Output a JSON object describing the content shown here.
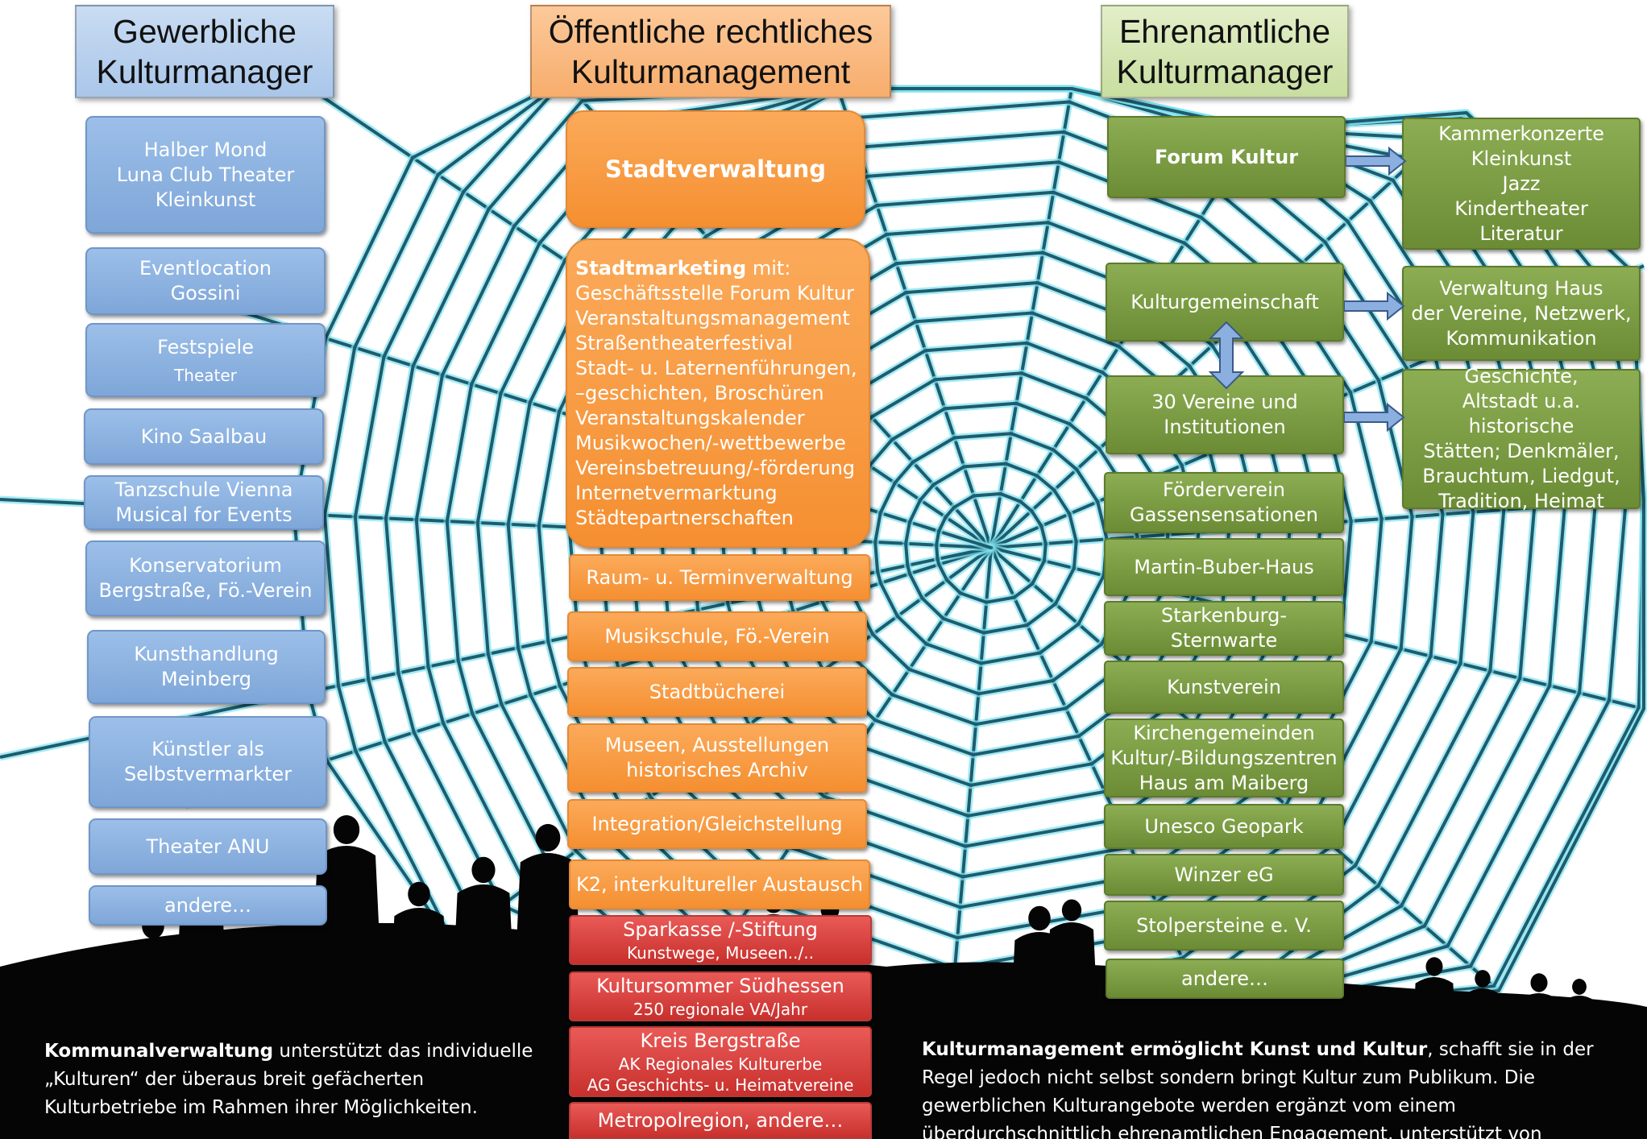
{
  "columns": {
    "left": {
      "header_lines": [
        "Gewerbliche",
        "Kulturmanager"
      ],
      "items": [
        {
          "lines": [
            "Halber Mond",
            "Luna Club Theater",
            "Kleinkunst"
          ]
        },
        {
          "lines": [
            "Eventlocation",
            "Gossini"
          ]
        },
        {
          "lines": [
            "Festspiele"
          ],
          "sub": "Theater"
        },
        {
          "lines": [
            "Kino Saalbau"
          ]
        },
        {
          "lines": [
            "Tanzschule Vienna",
            "Musical for Events"
          ]
        },
        {
          "lines": [
            "Konservatorium",
            "Bergstraße, Fö.-Verein"
          ]
        },
        {
          "lines": [
            "Kunsthandlung",
            "Meinberg"
          ]
        },
        {
          "lines": [
            "Künstler als",
            "Selbstvermarkter"
          ]
        },
        {
          "lines": [
            "Theater ANU"
          ]
        },
        {
          "lines": [
            "andere…"
          ]
        }
      ]
    },
    "middle": {
      "header_lines": [
        "Öffentliche rechtliches",
        "Kulturmanagement"
      ],
      "stadtverwaltung": "Stadtverwaltung",
      "stadtmarketing": {
        "bold": "Stadtmarketing",
        "suffix": " mit:",
        "lines": [
          "Geschäftsstelle Forum Kultur",
          "Veranstaltungsmanagement",
          "Straßentheaterfestival",
          "Stadt- u. Laternenführungen,",
          "–geschichten, Broschüren",
          "Veranstaltungskalender",
          "Musikwochen/-wettbewerbe",
          "Vereinsbetreuung/-förderung",
          "Internetvermarktung",
          "Städtepartnerschaften"
        ]
      },
      "orange_items": [
        {
          "lines": [
            "Raum- u. Terminverwaltung"
          ]
        },
        {
          "lines": [
            "Musikschule, Fö.-Verein"
          ]
        },
        {
          "lines": [
            "Stadtbücherei"
          ]
        },
        {
          "lines": [
            "Museen, Ausstellungen",
            "historisches Archiv"
          ]
        },
        {
          "lines": [
            "Integration/Gleichstellung"
          ]
        },
        {
          "lines": [
            "K2, interkultureller Austausch"
          ]
        }
      ],
      "red_items": [
        {
          "title": "Sparkasse /-Stiftung",
          "sub": [
            "Kunstwege, Museen../.."
          ]
        },
        {
          "title": "Kultursommer Südhessen",
          "sub": [
            "250 regionale VA/Jahr"
          ]
        },
        {
          "title": "Kreis Bergstraße",
          "sub": [
            "AK Regionales Kulturerbe",
            "AG Geschichts- u. Heimatvereine"
          ]
        },
        {
          "title": "Metropolregion, andere…",
          "sub": []
        }
      ]
    },
    "right": {
      "header_lines": [
        "Ehrenamtliche",
        "Kulturmanager"
      ],
      "forum_kultur": "Forum Kultur",
      "kulturgemeinschaft": "Kulturgemeinschaft",
      "vereine": [
        "30 Vereine und",
        "Institutionen"
      ],
      "items": [
        {
          "lines": [
            "Förderverein",
            "Gassensensationen"
          ]
        },
        {
          "lines": [
            "Martin-Buber-Haus"
          ]
        },
        {
          "lines": [
            "Starkenburg-Sternwarte"
          ]
        },
        {
          "lines": [
            "Kunstverein"
          ]
        },
        {
          "lines": [
            "Kirchengemeinden",
            "Kultur/-Bildungszentren",
            "Haus am Maiberg"
          ]
        },
        {
          "lines": [
            "Unesco Geopark"
          ]
        },
        {
          "lines": [
            "Winzer eG"
          ]
        },
        {
          "lines": [
            "Stolpersteine e. V."
          ]
        },
        {
          "lines": [
            "andere…"
          ]
        }
      ],
      "side": {
        "forum": [
          "Kammerkonzerte",
          "Kleinkunst",
          "Jazz",
          "Kindertheater",
          "Literatur"
        ],
        "kulturgemeinschaft": [
          "Verwaltung Haus",
          "der Vereine, Netzwerk,",
          "Kommunikation"
        ],
        "vereine": [
          "Geschichte,",
          "Altstadt u.a. historische",
          "Stätten; Denkmäler,",
          "Brauchtum, Liedgut,",
          "Tradition, Heimat"
        ]
      }
    }
  },
  "notes": {
    "left": {
      "bold": "Kommunalverwaltung",
      "text": " unterstützt das individuelle „Kulturen“ der überaus breit gefächerten Kulturbetriebe im Rahmen ihrer Möglichkeiten."
    },
    "right": {
      "bold": "Kulturmanagement ermöglicht Kunst und Kultur",
      "text": ",  schafft sie in der Regel jedoch nicht selbst sondern bringt Kultur zum Publikum. Die gewerblichen Kulturangebote werden ergänzt vom einem überdurchschnittlich ehrenamtlichen Engagement, unterstützt von öffentlich-rechtlichen Aktivitäten."
    }
  },
  "colors": {
    "blue": "#8ab0e0",
    "orange": "#f79a3e",
    "red": "#d94441",
    "green": "#77973f",
    "web": "#1f5b6e",
    "web_glow": "#7fe3ee",
    "silhouette": "#050505"
  }
}
